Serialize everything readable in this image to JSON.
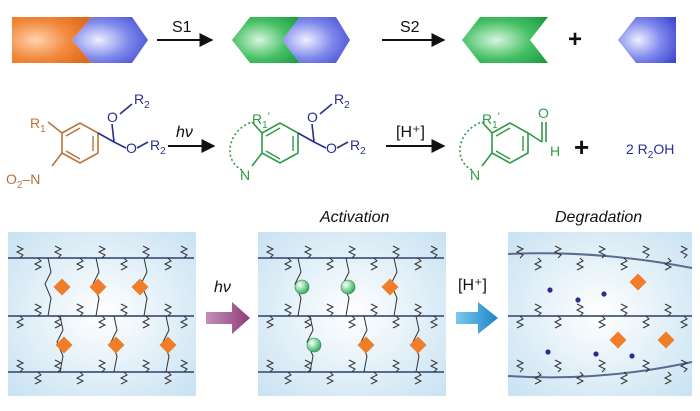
{
  "row1": {
    "step1_label": "S1",
    "step2_label": "S2",
    "plus": "+"
  },
  "row2": {
    "start_R1": "R",
    "start_R1_sub": "1",
    "start_O_top": "O",
    "start_R2_top": "R",
    "start_R2_top_sub": "2",
    "start_O_mid": "O",
    "start_R2_mid": "R",
    "start_R2_mid_sub": "2",
    "start_NO2": "O",
    "start_NO2_2": "2",
    "start_N": "N",
    "arrow1_label": "hν",
    "mid_R1": "R",
    "mid_R1_sub": "1",
    "mid_R1_prime": "'",
    "mid_O_top": "O",
    "mid_R2_top": "R",
    "mid_R2_top_sub": "2",
    "mid_O_mid": "O",
    "mid_R2_mid": "R",
    "mid_R2_mid_sub": "2",
    "mid_N": "N",
    "arrow2_label": "[H⁺]",
    "prod_R1": "R",
    "prod_R1_sub": "1",
    "prod_R1_prime": "'",
    "prod_O": "O",
    "prod_H": "H",
    "prod_N": "N",
    "plus": "+",
    "byproduct": "2 R",
    "byproduct_sub": "2",
    "byproduct_tail": "OH"
  },
  "row3": {
    "activation_title": "Activation",
    "degradation_title": "Degradation",
    "arrow1_label": "hν",
    "arrow2_label": "[H⁺]"
  },
  "colors": {
    "orange": "#ef7d2a",
    "blue_violet": "#4d58d6",
    "green": "#27a84a",
    "navy": "#2a2f8f",
    "nitro_brown": "#b9733a",
    "panel_bg": "#dceef8",
    "chain": "#5a6a90",
    "arrow_purple": "#9a4f86",
    "arrow_blue": "#2b9ad6"
  }
}
